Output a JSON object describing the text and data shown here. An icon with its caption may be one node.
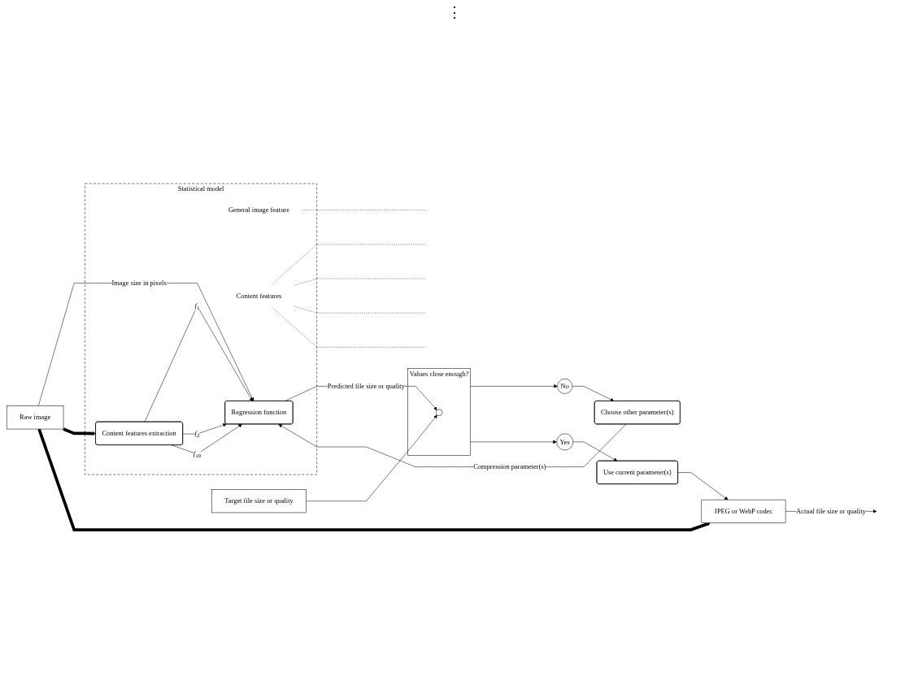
{
  "diagram": {
    "nodes": [
      {
        "text": [
          "Statistical model"
        ]
      },
      {
        "text": [
          "General image feature"
        ],
        "in": 0
      },
      {
        "text": [
          "Content features"
        ],
        "in": 0
      },
      {
        "text": [
          "Raw image"
        ]
      },
      {
        "text": [
          "Content features extraction"
        ],
        "in": 0
      },
      {
        "text": [
          "Regression function"
        ],
        "in": 0
      },
      {
        "text": [
          "Target file size or quality"
        ]
      },
      {
        "text": [
          "Values close enough?"
        ]
      },
      {
        "text": [],
        "shape": "circle",
        "in": 7
      },
      {
        "text": [
          "No"
        ]
      },
      {
        "text": [
          "Choose other parameter(s)"
        ]
      },
      {
        "text": [
          "Yes"
        ]
      },
      {
        "text": [
          "Use current parameter(s)"
        ]
      },
      {
        "text": [
          "JPEG or WebP codec"
        ]
      }
    ],
    "edges": [
      {
        "from": 1,
        "to": null,
        "arrow": "none",
        "style": "dashed"
      },
      {
        "from": 2,
        "to": null,
        "arrow": "none",
        "style": "dashed"
      },
      {
        "from": 2,
        "to": null,
        "arrow": "none",
        "style": "dashed"
      },
      {
        "from": 2,
        "to": null,
        "arrow": "none",
        "style": "dashed"
      },
      {
        "from": 2,
        "to": null,
        "arrow": "none",
        "style": "dashed"
      },
      {
        "from": 3,
        "to": 5,
        "arrow": "to",
        "label": "Image size in pixels"
      },
      {
        "from": 3,
        "to": 4,
        "arrow": "to",
        "style": "thick"
      },
      {
        "from": 3,
        "to": 13,
        "arrow": "to",
        "style": "thick"
      },
      {
        "from": 4,
        "to": 5,
        "arrow": "to",
        "label": "*f*$_{1}$"
      },
      {
        "from": 4,
        "to": 5,
        "arrow": "to",
        "label": "*f*$_{2}$"
      },
      {
        "from": 4,
        "to": 5,
        "arrow": "to",
        "label": "*f*$_{10}$"
      },
      {
        "from": 10,
        "to": 5,
        "arrow": "to",
        "label": "Compression parameter(s)"
      },
      {
        "from": 5,
        "to": 8,
        "arrow": "to",
        "label": "Predicted file size or quality"
      },
      {
        "from": 6,
        "to": 8,
        "arrow": "to"
      },
      {
        "from": 7,
        "to": 9,
        "arrow": "to"
      },
      {
        "from": 9,
        "to": 10,
        "arrow": "to"
      },
      {
        "from": 7,
        "to": 11,
        "arrow": "to"
      },
      {
        "from": 11,
        "to": 12,
        "arrow": "to"
      },
      {
        "from": 12,
        "to": 13,
        "arrow": "to"
      },
      {
        "from": 13,
        "to": null,
        "arrow": "to",
        "label": "Actual file size or quality"
      }
    ],
    "labels": [
      "⋮"
    ]
  }
}
